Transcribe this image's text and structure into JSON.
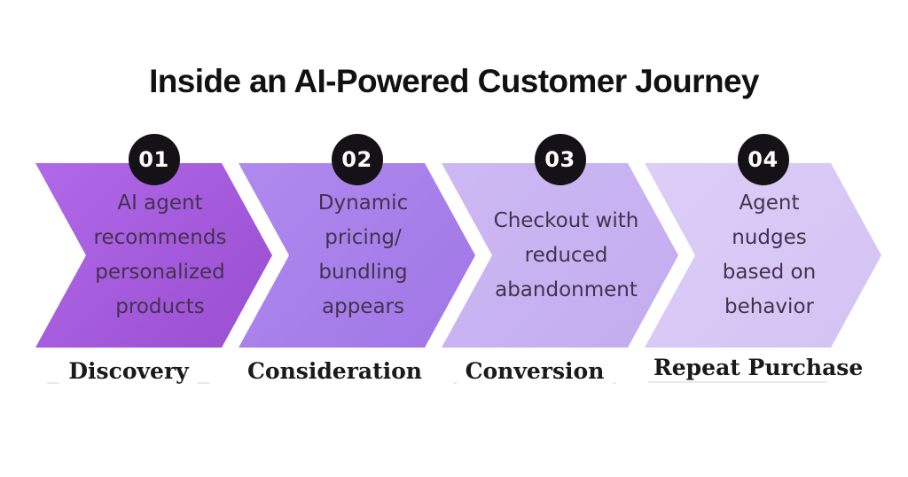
{
  "title": "Inside an AI-Powered Customer Journey",
  "colors": {
    "background": "#ffffff",
    "badge_bg": "#141216",
    "badge_text": "#ffffff",
    "title_text": "#111111",
    "desc_text": "#43324f",
    "label_text": "#1a1a1a",
    "label_rule": "#e9e9e9"
  },
  "stages": [
    {
      "number": "01",
      "desc_lines": [
        "AI agent",
        "recommends",
        "personalized",
        "products"
      ],
      "label": "Discovery",
      "fill_light": "#b069e9",
      "fill_dark": "#9a4dd0"
    },
    {
      "number": "02",
      "desc_lines": [
        "Dynamic",
        "pricing/",
        "bundling",
        "appears"
      ],
      "label": "Consideration",
      "fill_light": "#af8aee",
      "fill_dark": "#a076e6"
    },
    {
      "number": "03",
      "desc_lines": [
        "Checkout with",
        "reduced",
        "abandonment"
      ],
      "label": "Conversion",
      "fill_light": "#cdb9f3",
      "fill_dark": "#c3acf0"
    },
    {
      "number": "04",
      "desc_lines": [
        "Agent",
        "nudges",
        "based on",
        "behavior"
      ],
      "label": "Repeat Purchase",
      "fill_light": "#dccef7",
      "fill_dark": "#d3c2f4"
    }
  ]
}
